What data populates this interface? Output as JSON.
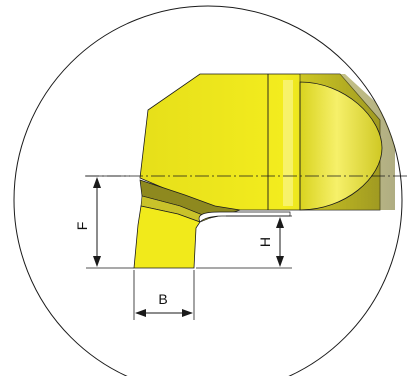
{
  "diagram": {
    "labels": {
      "dimension_f": "F",
      "dimension_h": "H",
      "dimension_b": "B"
    },
    "colors": {
      "insert_yellow": "#f2ec1c",
      "insert_shade": "#d8d22a",
      "insert_dark": "#8f8a22",
      "outline": "#1a1a1a",
      "background": "#ffffff"
    }
  }
}
